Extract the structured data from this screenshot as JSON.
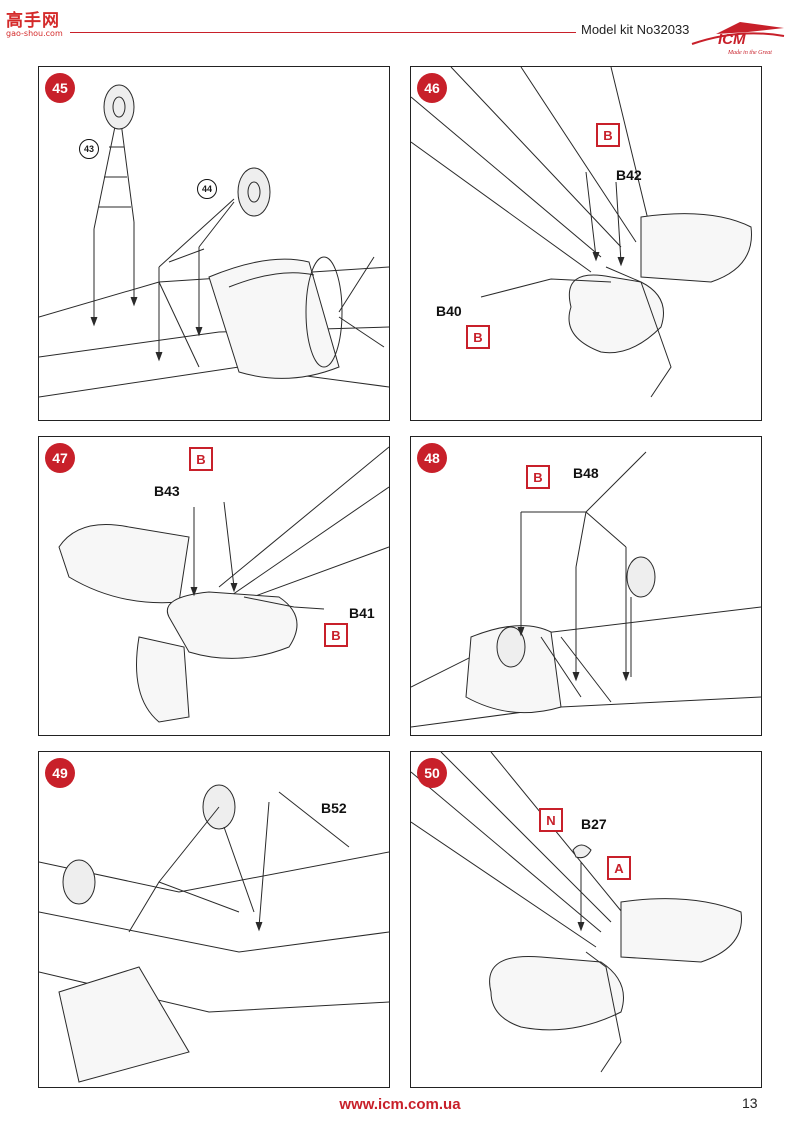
{
  "header": {
    "watermark_title": "高手网",
    "watermark_url": "gao-shou.com",
    "model_kit": "Model kit No32033",
    "logo_text": "ICM",
    "logo_tagline": "Made in the Great"
  },
  "steps": [
    {
      "number": "45",
      "refs": [
        "43",
        "44"
      ]
    },
    {
      "number": "46",
      "parts": [
        "B42",
        "B40"
      ],
      "sprues": [
        "B",
        "B"
      ]
    },
    {
      "number": "47",
      "parts": [
        "B43",
        "B41"
      ],
      "sprues": [
        "B",
        "B"
      ]
    },
    {
      "number": "48",
      "parts": [
        "B48"
      ],
      "sprues": [
        "B"
      ]
    },
    {
      "number": "49",
      "parts": [
        "B52"
      ]
    },
    {
      "number": "50",
      "parts": [
        "B27"
      ],
      "sprues": [
        "N",
        "A"
      ]
    }
  ],
  "footer": {
    "url": "www.icm.com.ua",
    "page_number": "13"
  },
  "colors": {
    "accent": "#c8202a",
    "line": "#2a2a2a"
  }
}
